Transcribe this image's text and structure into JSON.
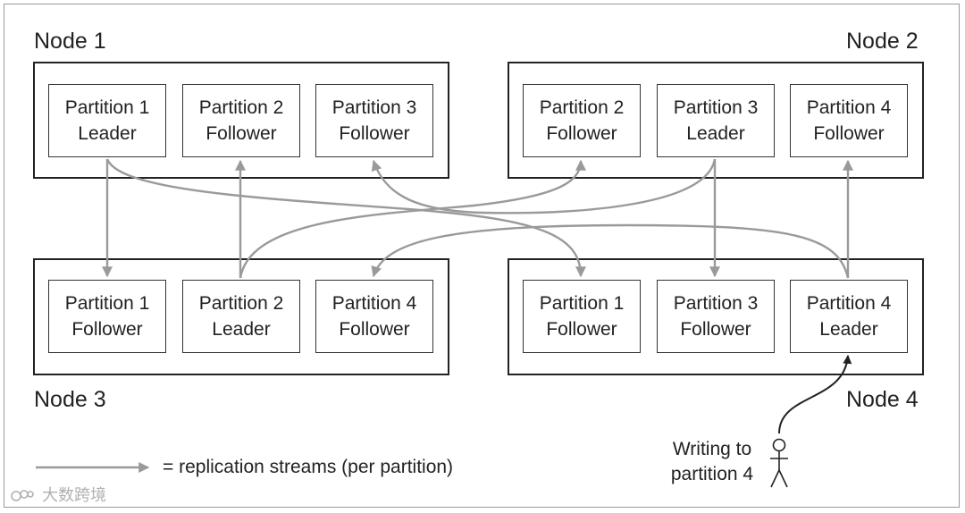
{
  "nodes": {
    "node1": "Node 1",
    "node2": "Node 2",
    "node3": "Node 3",
    "node4": "Node 4"
  },
  "partitions": {
    "n1": [
      {
        "name": "Partition 1",
        "role": "Leader"
      },
      {
        "name": "Partition 2",
        "role": "Follower"
      },
      {
        "name": "Partition 3",
        "role": "Follower"
      }
    ],
    "n2": [
      {
        "name": "Partition 2",
        "role": "Follower"
      },
      {
        "name": "Partition 3",
        "role": "Leader"
      },
      {
        "name": "Partition 4",
        "role": "Follower"
      }
    ],
    "n3": [
      {
        "name": "Partition 1",
        "role": "Follower"
      },
      {
        "name": "Partition 2",
        "role": "Leader"
      },
      {
        "name": "Partition 4",
        "role": "Follower"
      }
    ],
    "n4": [
      {
        "name": "Partition 1",
        "role": "Follower"
      },
      {
        "name": "Partition 3",
        "role": "Follower"
      },
      {
        "name": "Partition 4",
        "role": "Leader"
      }
    ]
  },
  "legend": {
    "text": "= replication streams (per partition)"
  },
  "writer": {
    "line1": "Writing to",
    "line2": "partition 4"
  },
  "watermark": {
    "text": "大数跨境"
  },
  "colors": {
    "arrow": "#9a9a9a",
    "box_border": "#222222"
  }
}
